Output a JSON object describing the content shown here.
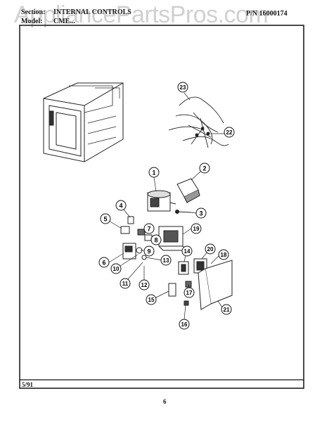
{
  "header": {
    "section_label": "Section:",
    "section_value": "INTERNAL CONTROLS",
    "model_label": "Model:",
    "model_value": "CME...",
    "pn": "P/N 16000174"
  },
  "watermark": "AppliancePartsPros.com",
  "parts": [
    "1",
    "2",
    "3",
    "4",
    "5",
    "6",
    "7",
    "8",
    "9",
    "10",
    "11",
    "12",
    "13",
    "14",
    "15",
    "16",
    "17",
    "18",
    "19",
    "20",
    "21",
    "22",
    "23"
  ],
  "footer": {
    "date": "5/91",
    "page": "6"
  }
}
